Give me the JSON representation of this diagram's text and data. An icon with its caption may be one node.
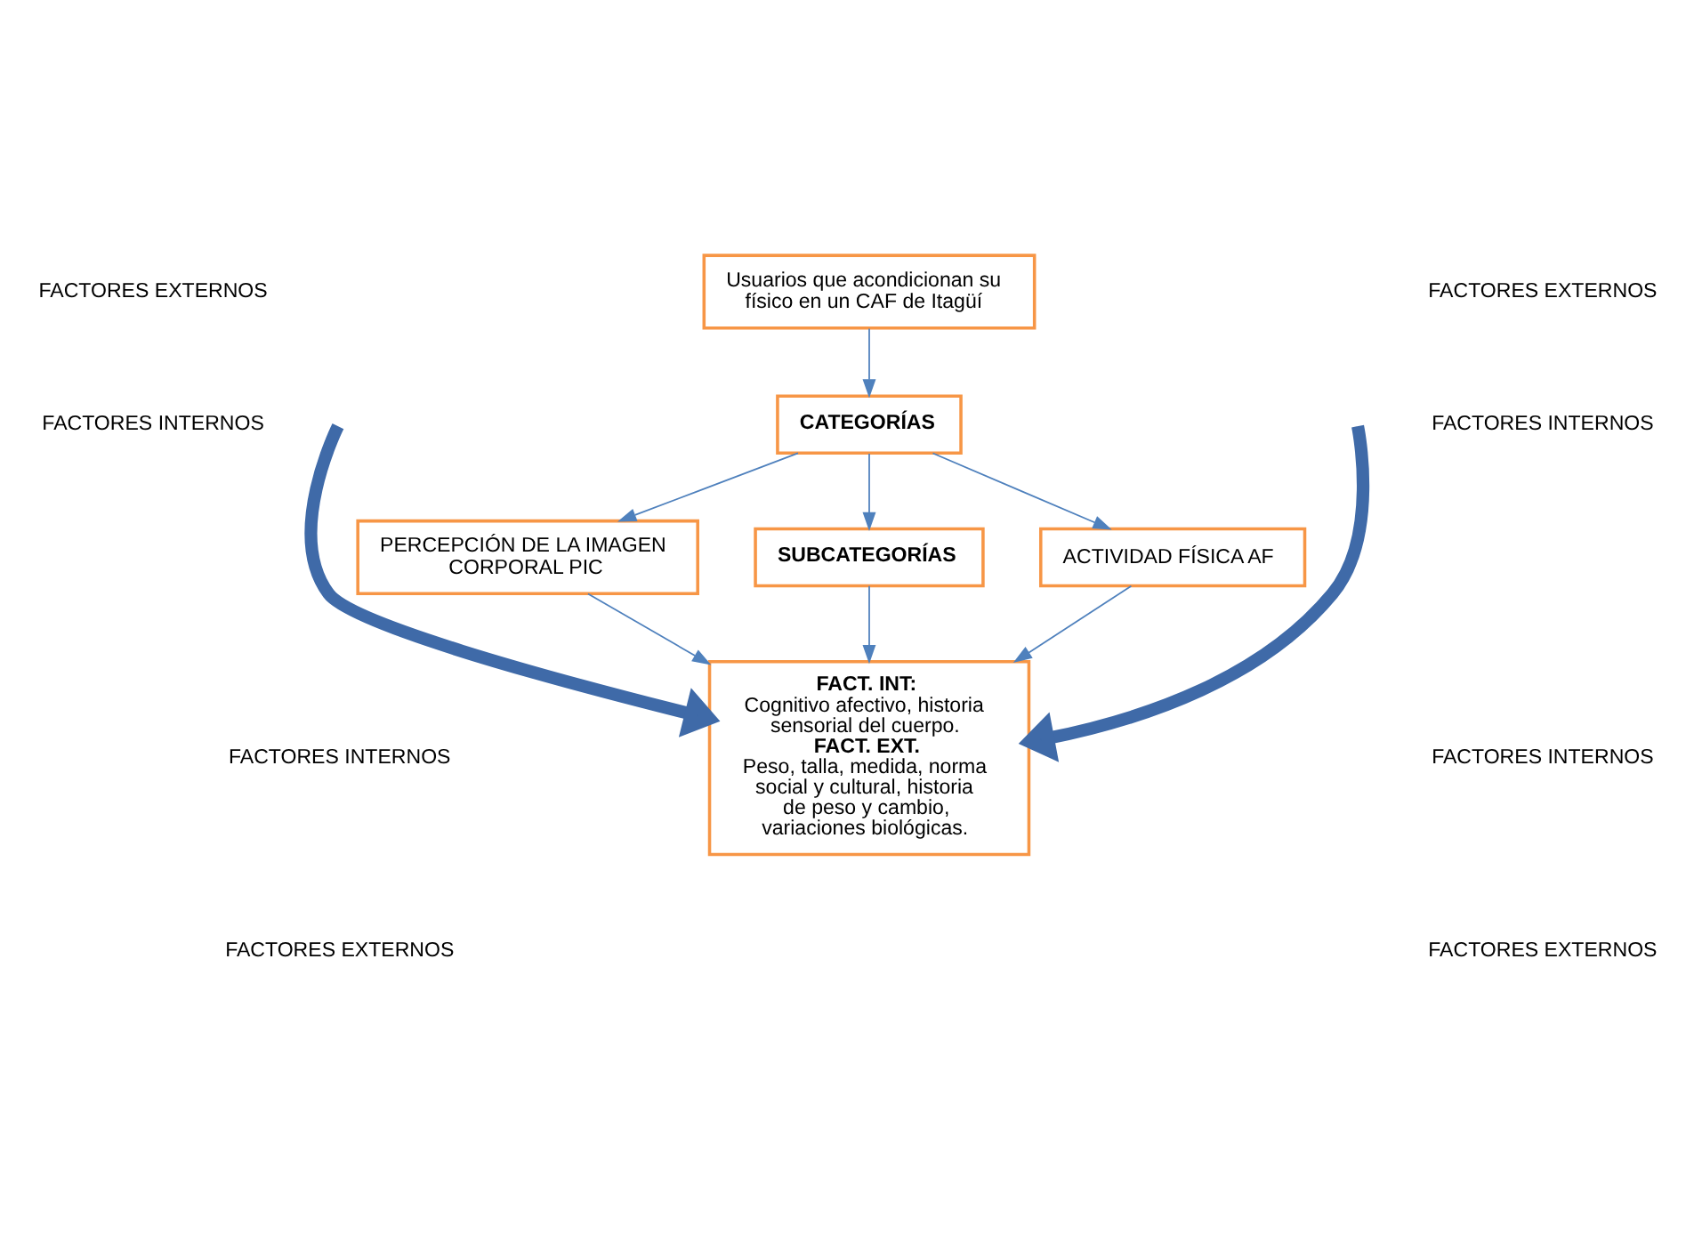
{
  "diagram": {
    "nodes": [
      {
        "text": [
          "Usuarios que acondicionan su físico en un CAF de Itagüí"
        ]
      },
      {
        "text": [
          "CATEGORÍAS"
        ]
      },
      {
        "text": [
          "PERCEPCIÓN DE LA IMAGEN CORPORAL PIC"
        ]
      },
      {
        "text": [
          "SUBCATEGORÍAS"
        ]
      },
      {
        "text": [
          "ACTIVIDAD FÍSICA AF"
        ]
      },
      {
        "text": [
          "FACT. INT:",
          "Cognitivo afectivo, historia sensorial del cuerpo.",
          "FACT. EXT.",
          "Peso, talla, medida, norma social y cultural, historia de peso y cambio, variaciones biológicas."
        ]
      }
    ],
    "edges": [
      {
        "from": 0,
        "to": 1,
        "arrow": "to"
      },
      {
        "from": 1,
        "to": 2,
        "arrow": "to"
      },
      {
        "from": 1,
        "to": 3,
        "arrow": "to"
      },
      {
        "from": 1,
        "to": 4,
        "arrow": "to"
      },
      {
        "from": 2,
        "to": 5,
        "arrow": "to"
      },
      {
        "from": 3,
        "to": 5,
        "arrow": "to"
      },
      {
        "from": 4,
        "to": 5,
        "arrow": "to"
      },
      {
        "from": null,
        "to": 5,
        "arrow": "to",
        "style": "thick",
        "color": "#3f6aa8"
      },
      {
        "from": null,
        "to": 5,
        "arrow": "to",
        "style": "thick",
        "color": "#3f6aa8"
      }
    ],
    "labels": [
      "FACTORES EXTERNOS",
      "FACTORES EXTERNOS",
      "FACTORES INTERNOS",
      "FACTORES INTERNOS",
      "FACTORES INTERNOS",
      "FACTORES INTERNOS",
      "FACTORES EXTERNOS",
      "FACTORES EXTERNOS"
    ]
  }
}
